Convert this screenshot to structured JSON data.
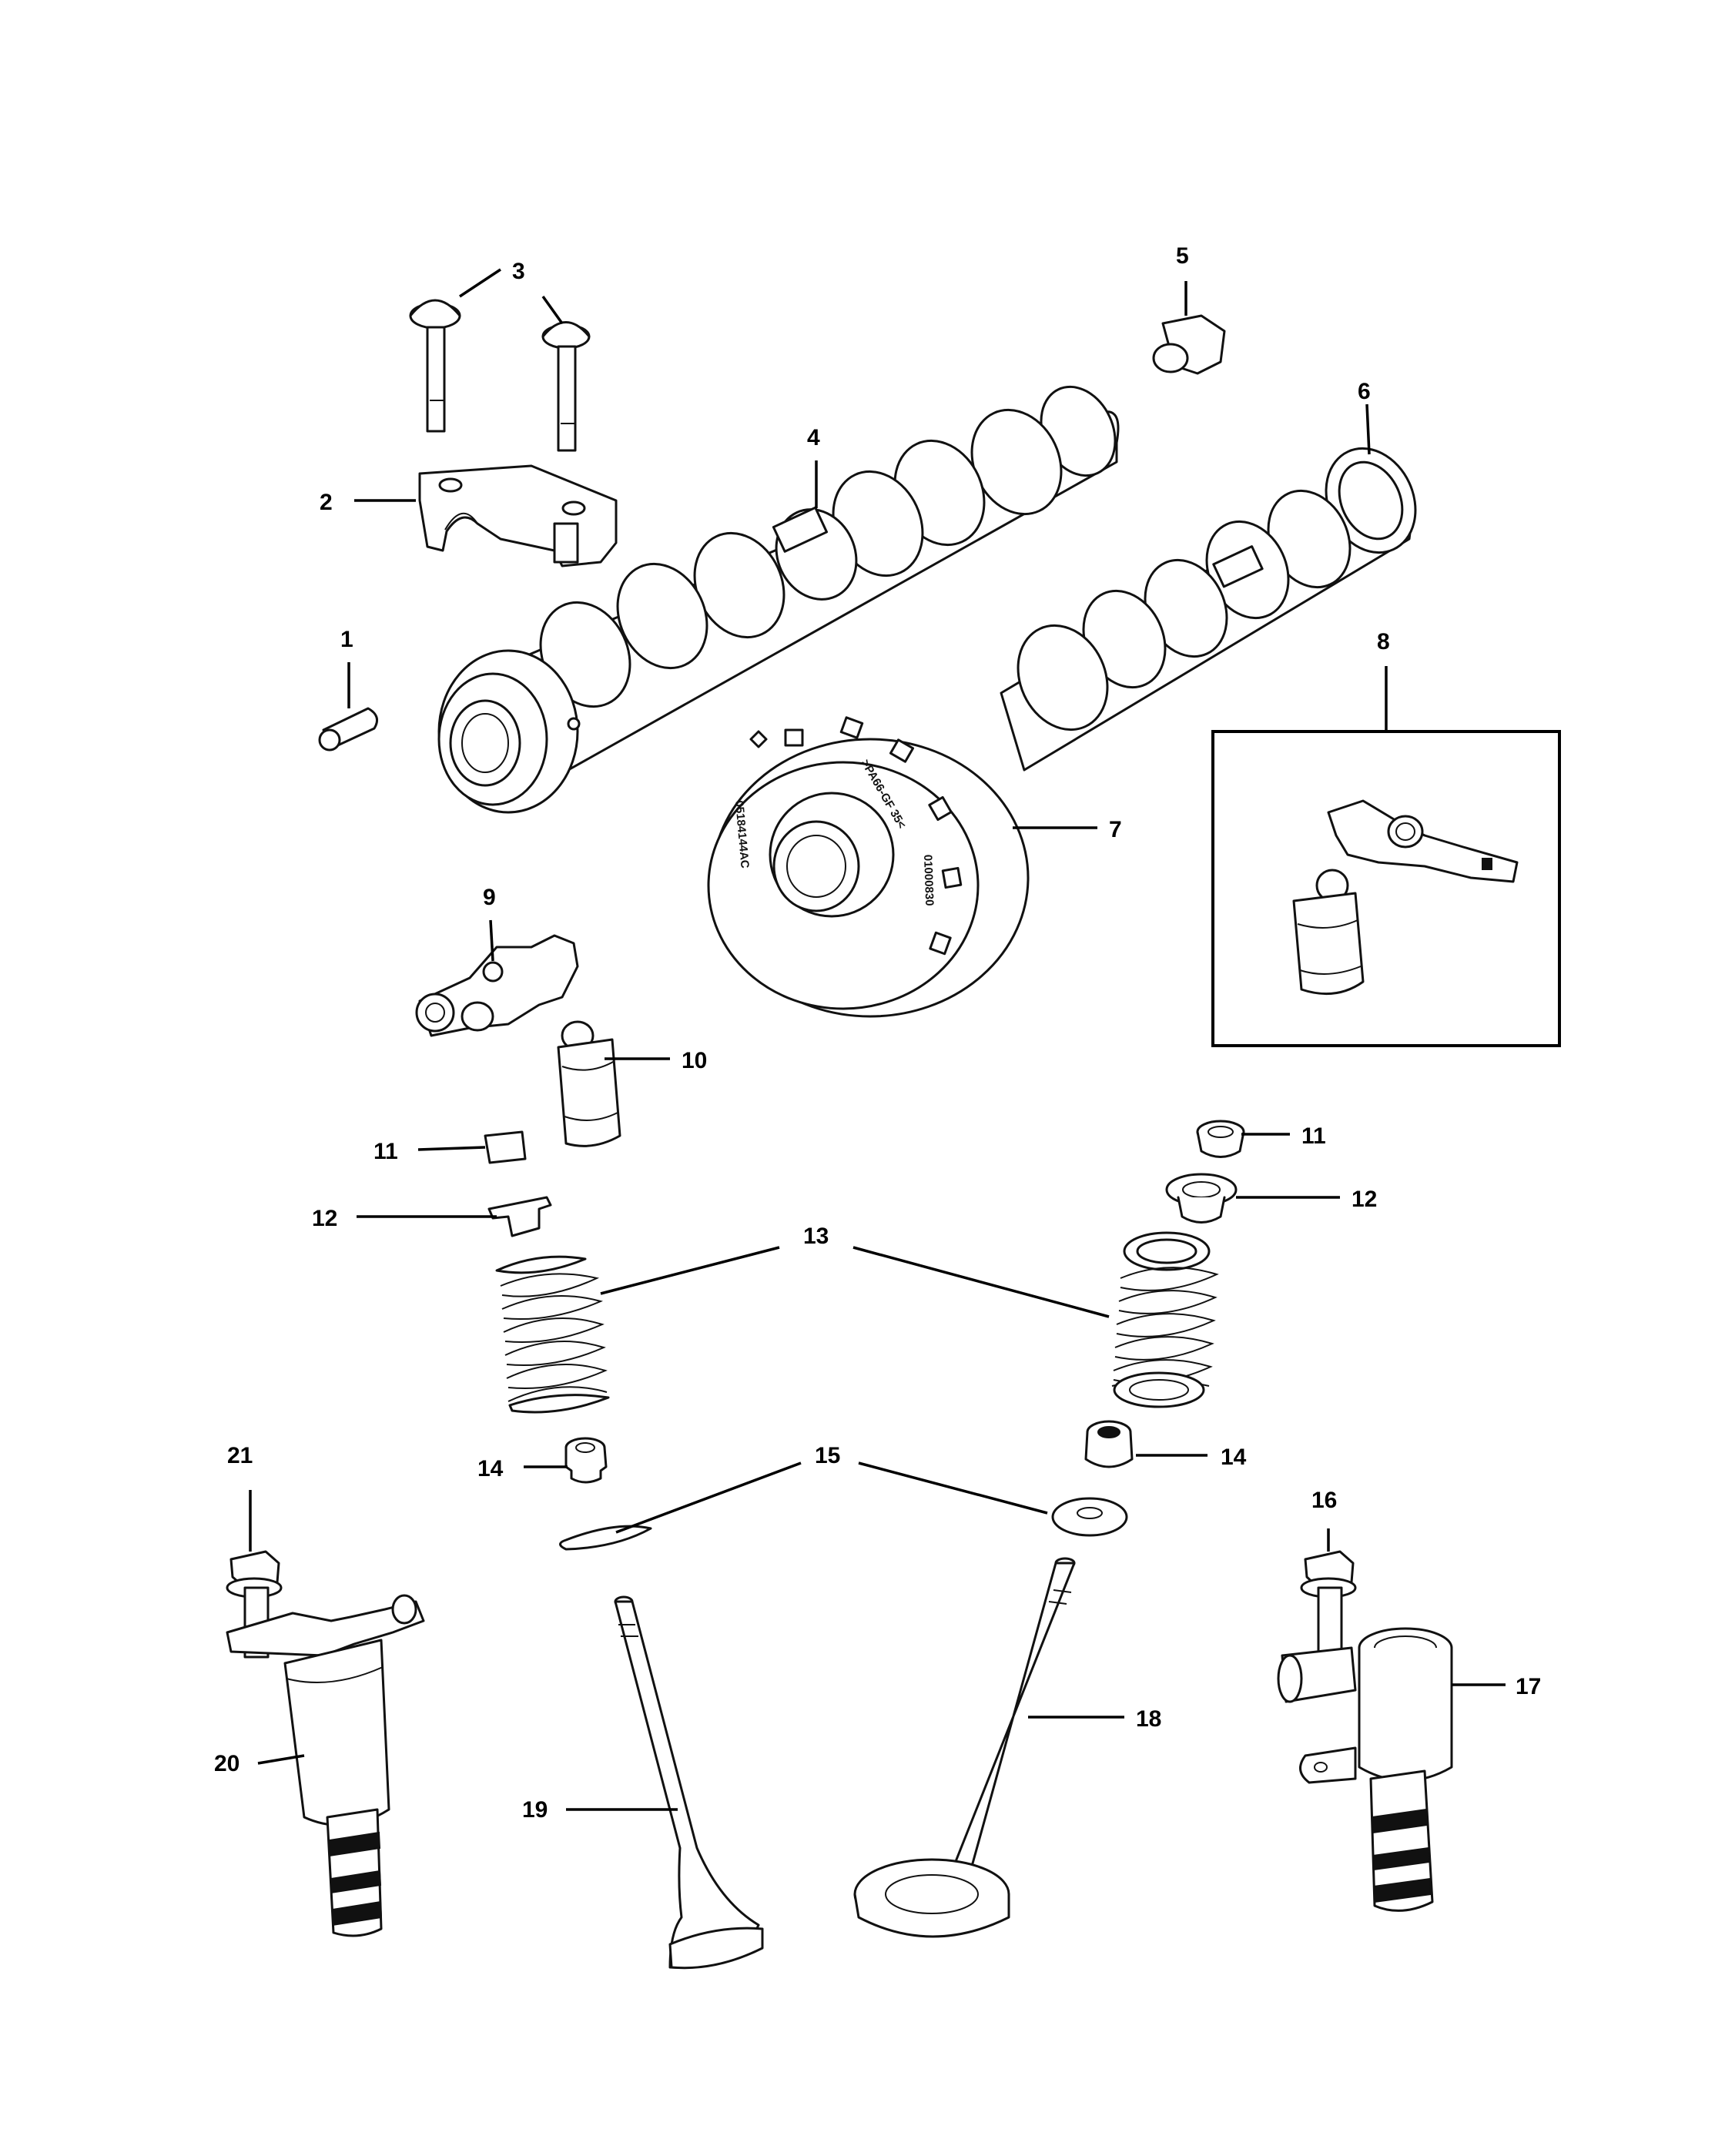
{
  "callouts": {
    "c1": "1",
    "c2": "2",
    "c3": "3",
    "c4": "4",
    "c5": "5",
    "c6": "6",
    "c7": "7",
    "c8": "8",
    "c9": "9",
    "c10": "10",
    "c11a": "11",
    "c11b": "11",
    "c12a": "12",
    "c12b": "12",
    "c13": "13",
    "c14a": "14",
    "c14b": "14",
    "c15": "15",
    "c16": "16",
    "c17": "17",
    "c18": "18",
    "c19": "19",
    "c20": "20",
    "c21": "21"
  },
  "stamped": {
    "part_number": "05184144AC",
    "marking_a": ">PA66-GF 35<",
    "marking_b": "01000830"
  }
}
